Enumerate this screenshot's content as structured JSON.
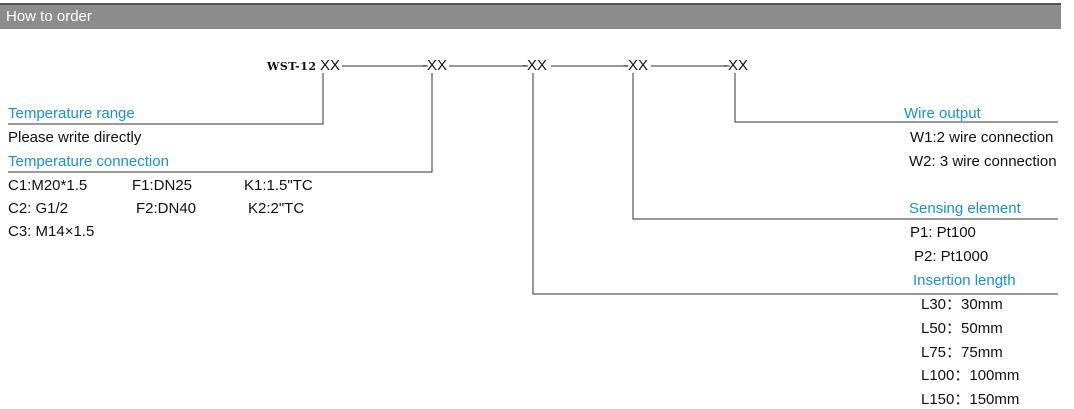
{
  "header": {
    "title": "How to order"
  },
  "model": {
    "prefix": "WST-12",
    "seg1": "XX",
    "seg2": "-XX",
    "seg3": "-XX",
    "seg4": "-XX",
    "seg5": "-XX"
  },
  "temperature_range": {
    "title": "Temperature range",
    "note": "Please write directly"
  },
  "temperature_connection": {
    "title": "Temperature connection",
    "rows": [
      [
        "C1:M20*1.5",
        "F1:DN25",
        "K1:1.5\"TC"
      ],
      [
        "C2: G1/2",
        "F2:DN40",
        "K2:2\"TC"
      ],
      [
        "C3: M14×1.5",
        "",
        ""
      ]
    ]
  },
  "wire_output": {
    "title": "Wire output",
    "items": [
      "W1:2 wire connection",
      "W2: 3 wire connection"
    ]
  },
  "sensing_element": {
    "title": "Sensing element",
    "items": [
      "P1: Pt100",
      "P2: Pt1000"
    ]
  },
  "insertion_length": {
    "title": "Insertion length",
    "items": [
      "L30：30mm",
      "L50：50mm",
      "L75：75mm",
      "L100：100mm",
      "L150：150mm"
    ]
  },
  "colors": {
    "header_bg": "#8c8c8c",
    "label_blue": "#1a8fd6",
    "line": "#333333"
  }
}
